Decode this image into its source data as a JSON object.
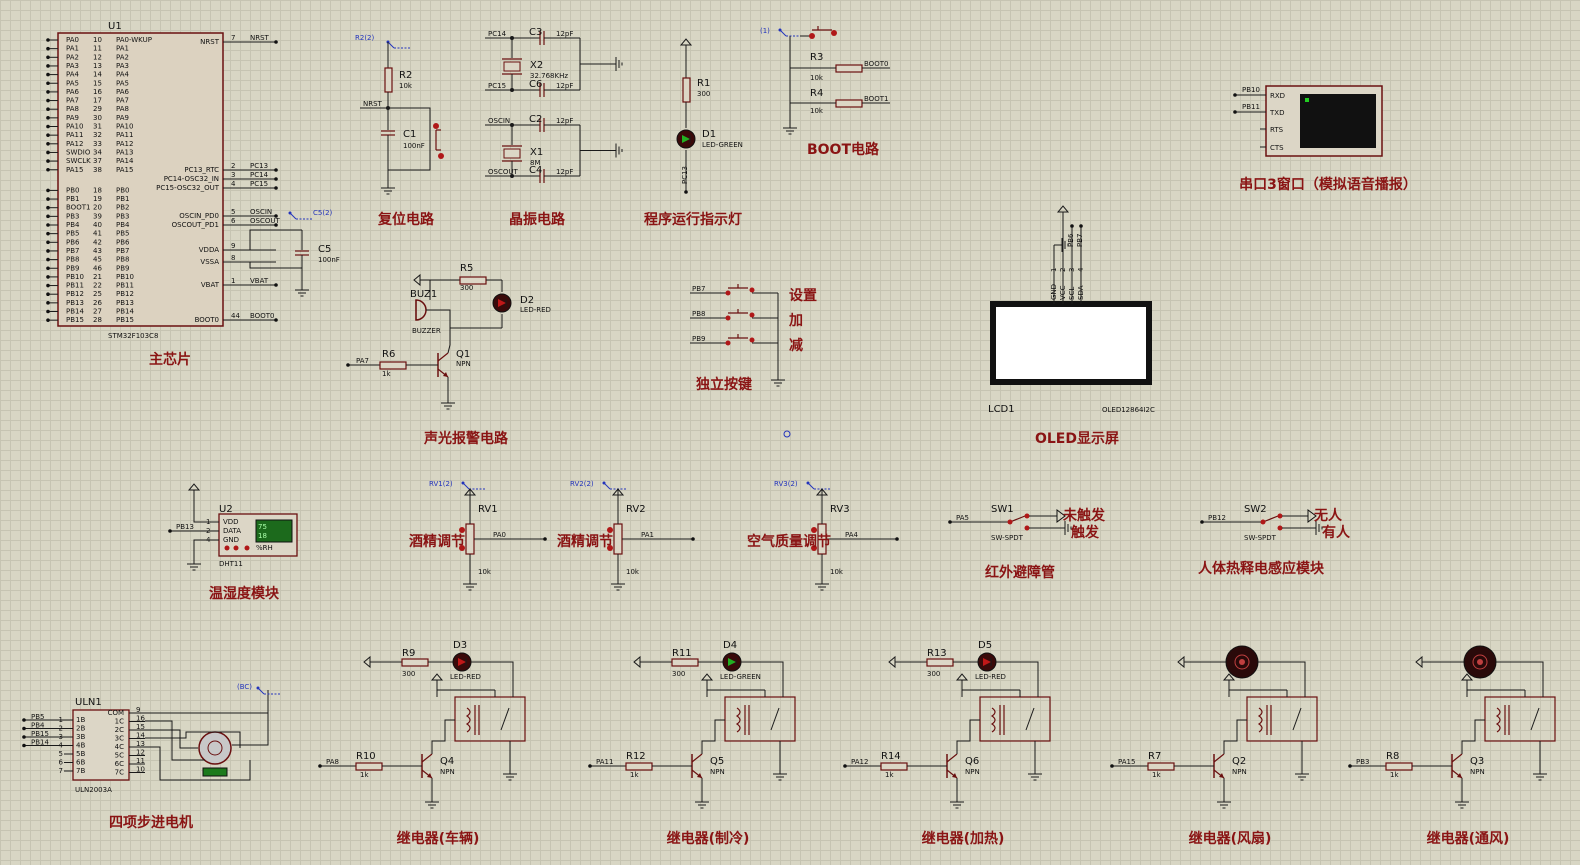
{
  "mcu": {
    "ref": "U1",
    "part": "STM32F103C8",
    "caption": "主芯片",
    "left_pins": [
      {
        "net": "PA0",
        "num": "10",
        "name": "PA0-WKUP"
      },
      {
        "net": "PA1",
        "num": "11",
        "name": "PA1"
      },
      {
        "net": "PA2",
        "num": "12",
        "name": "PA2"
      },
      {
        "net": "PA3",
        "num": "13",
        "name": "PA3"
      },
      {
        "net": "PA4",
        "num": "14",
        "name": "PA4"
      },
      {
        "net": "PA5",
        "num": "15",
        "name": "PA5"
      },
      {
        "net": "PA6",
        "num": "16",
        "name": "PA6"
      },
      {
        "net": "PA7",
        "num": "17",
        "name": "PA7"
      },
      {
        "net": "PA8",
        "num": "29",
        "name": "PA8"
      },
      {
        "net": "PA9",
        "num": "30",
        "name": "PA9"
      },
      {
        "net": "PA10",
        "num": "31",
        "name": "PA10"
      },
      {
        "net": "PA11",
        "num": "32",
        "name": "PA11"
      },
      {
        "net": "PA12",
        "num": "33",
        "name": "PA12"
      },
      {
        "net": "SWDIO",
        "num": "34",
        "name": "PA13"
      },
      {
        "net": "SWCLK",
        "num": "37",
        "name": "PA14"
      },
      {
        "net": "PA15",
        "num": "38",
        "name": "PA15"
      },
      {
        "net": "PB0",
        "num": "18",
        "name": "PB0"
      },
      {
        "net": "PB1",
        "num": "19",
        "name": "PB1"
      },
      {
        "net": "BOOT1",
        "num": "20",
        "name": "PB2"
      },
      {
        "net": "PB3",
        "num": "39",
        "name": "PB3"
      },
      {
        "net": "PB4",
        "num": "40",
        "name": "PB4"
      },
      {
        "net": "PB5",
        "num": "41",
        "name": "PB5"
      },
      {
        "net": "PB6",
        "num": "42",
        "name": "PB6"
      },
      {
        "net": "PB7",
        "num": "43",
        "name": "PB7"
      },
      {
        "net": "PB8",
        "num": "45",
        "name": "PB8"
      },
      {
        "net": "PB9",
        "num": "46",
        "name": "PB9"
      },
      {
        "net": "PB10",
        "num": "21",
        "name": "PB10"
      },
      {
        "net": "PB11",
        "num": "22",
        "name": "PB11"
      },
      {
        "net": "PB12",
        "num": "25",
        "name": "PB12"
      },
      {
        "net": "PB13",
        "num": "26",
        "name": "PB13"
      },
      {
        "net": "PB14",
        "num": "27",
        "name": "PB14"
      },
      {
        "net": "PB15",
        "num": "28",
        "name": "PB15"
      }
    ],
    "right_pins": [
      {
        "name": "NRST",
        "num": "7",
        "net": "NRST"
      },
      {
        "name": "PC13_RTC",
        "num": "2",
        "net": "PC13"
      },
      {
        "name": "PC14-OSC32_IN",
        "num": "3",
        "net": "PC14"
      },
      {
        "name": "PC15-OSC32_OUT",
        "num": "4",
        "net": "PC15"
      },
      {
        "name": "OSCIN_PD0",
        "num": "5",
        "net": "OSCIN"
      },
      {
        "name": "OSCOUT_PD1",
        "num": "6",
        "net": "OSCOUT"
      },
      {
        "name": "VDDA",
        "num": "9",
        "net": ""
      },
      {
        "name": "VSSA",
        "num": "8",
        "net": ""
      },
      {
        "name": "VBAT",
        "num": "1",
        "net": "VBAT"
      },
      {
        "name": "BOOT0",
        "num": "44",
        "net": "BOOT0"
      }
    ],
    "c5": {
      "ref": "C5",
      "value": "100nF",
      "probe": "C5(2)"
    }
  },
  "reset": {
    "caption": "复位电路",
    "r": "R2",
    "r_val": "10k",
    "c": "C1",
    "c_val": "100nF",
    "net": "NRST",
    "probe": "R2(2)"
  },
  "crystal": {
    "caption": "晶振电路",
    "c3": "C3",
    "c6": "C6",
    "c2": "C2",
    "c4": "C4",
    "c_val": "12pF",
    "x2": "X2",
    "x2_val": "32.768KHz",
    "x1": "X1",
    "x1_val": "8M",
    "nets": [
      "PC14",
      "PC15",
      "OSCIN",
      "OSCOUT"
    ]
  },
  "run_led": {
    "caption": "程序运行指示灯",
    "r": "R1",
    "r_val": "300",
    "d": "D1",
    "d_val": "LED-GREEN",
    "net": "PC13"
  },
  "boot": {
    "caption": "BOOT电路",
    "probe": "(1)",
    "r3": "R3",
    "r4": "R4",
    "r_val": "10k",
    "net0": "BOOT0",
    "net1": "BOOT1"
  },
  "uart": {
    "caption": "串口3窗口（模拟语音播报）",
    "pins": [
      "RXD",
      "TXD",
      "RTS",
      "CTS"
    ],
    "nets": [
      "PB10",
      "PB11"
    ]
  },
  "alarm": {
    "caption": "声光报警电路",
    "r5": "R5",
    "r5_val": "300",
    "buz": "BUZ1",
    "buz_val": "BUZZER",
    "d2": "D2",
    "d2_val": "LED-RED",
    "r6": "R6",
    "r6_val": "1k",
    "q": "Q1",
    "q_val": "NPN",
    "net": "PA7"
  },
  "keys": {
    "caption": "独立按键",
    "nets": [
      "PB7",
      "PB8",
      "PB9"
    ],
    "labels": [
      "设置",
      "加",
      "减"
    ]
  },
  "oled": {
    "caption": "OLED显示屏",
    "ref": "LCD1",
    "part": "OLED12864I2C",
    "pins": [
      "GND",
      "VCC",
      "SCL",
      "SDA"
    ],
    "pin_nums": [
      "1",
      "2",
      "3",
      "4"
    ],
    "nets": [
      "PB6",
      "PB7"
    ]
  },
  "dht": {
    "caption": "温湿度模块",
    "ref": "U2",
    "part": "DHT11",
    "pins": [
      "VDD",
      "DATA",
      "GND"
    ],
    "pin_nums": [
      "1",
      "2",
      "4"
    ],
    "net": "PB13",
    "temp": "75",
    "hum": "18",
    "unit": "%RH"
  },
  "pots": [
    {
      "ref": "RV1",
      "probe": "RV1(2)",
      "val": "10k",
      "net": "PA0",
      "caption": "酒精调节"
    },
    {
      "ref": "RV2",
      "probe": "RV2(2)",
      "val": "10k",
      "net": "PA1",
      "caption": "酒精调节"
    },
    {
      "ref": "RV3",
      "probe": "RV3(2)",
      "val": "10k",
      "net": "PA4",
      "caption": "空气质量调节"
    }
  ],
  "sw1": {
    "ref": "SW1",
    "part": "SW-SPDT",
    "net": "PA5",
    "caption": "红外避障管",
    "opt_a": "未触发",
    "opt_b": "触发"
  },
  "sw2": {
    "ref": "SW2",
    "part": "SW-SPDT",
    "net": "PB12",
    "caption": "人体热释电感应模块",
    "opt_a": "无人",
    "opt_b": "有人"
  },
  "uln": {
    "ref": "ULN1",
    "part": "ULN2003A",
    "caption": "四项步进电机",
    "probe": "(BC)",
    "nets": [
      "PB5",
      "PB4",
      "PB15",
      "PB14"
    ],
    "in_pins": [
      "1B",
      "2B",
      "3B",
      "4B",
      "5B",
      "6B",
      "7B"
    ],
    "in_nums": [
      "1",
      "2",
      "3",
      "4",
      "5",
      "6",
      "7"
    ],
    "out_pins": [
      "COM",
      "1C",
      "2C",
      "3C",
      "4C",
      "5C",
      "6C",
      "7C"
    ],
    "out_nums": [
      "9",
      "16",
      "15",
      "14",
      "13",
      "12",
      "11",
      "10"
    ]
  },
  "relays": [
    {
      "caption": "继电器(车辆)",
      "r_led": "R9",
      "r_led_val": "300",
      "led": "D3",
      "led_val": "LED-RED",
      "r_b": "R10",
      "r_b_val": "1k",
      "q": "Q4",
      "q_val": "NPN",
      "net": "PA8",
      "load": "led"
    },
    {
      "caption": "继电器(制冷)",
      "r_led": "R11",
      "r_led_val": "300",
      "led": "D4",
      "led_val": "LED-GREEN",
      "r_b": "R12",
      "r_b_val": "1k",
      "q": "Q5",
      "q_val": "NPN",
      "net": "PA11",
      "load": "led"
    },
    {
      "caption": "继电器(加热)",
      "r_led": "R13",
      "r_led_val": "300",
      "led": "D5",
      "led_val": "LED-RED",
      "r_b": "R14",
      "r_b_val": "1k",
      "q": "Q6",
      "q_val": "NPN",
      "net": "PA12",
      "load": "led"
    },
    {
      "caption": "继电器(风扇)",
      "r_led": "",
      "r_led_val": "",
      "led": "",
      "led_val": "",
      "r_b": "R7",
      "r_b_val": "1k",
      "q": "Q2",
      "q_val": "NPN",
      "net": "PA15",
      "load": "fan"
    },
    {
      "caption": "继电器(通风)",
      "r_led": "",
      "r_led_val": "",
      "led": "",
      "led_val": "",
      "r_b": "R8",
      "r_b_val": "1k",
      "q": "Q3",
      "q_val": "NPN",
      "net": "PB3",
      "load": "fan"
    }
  ],
  "colors": {
    "wire": "#1a1a1a",
    "component": "#6a1010",
    "label": "#8a1414",
    "probe": "#2233bb",
    "grid_bg": "#d8d6c4"
  }
}
